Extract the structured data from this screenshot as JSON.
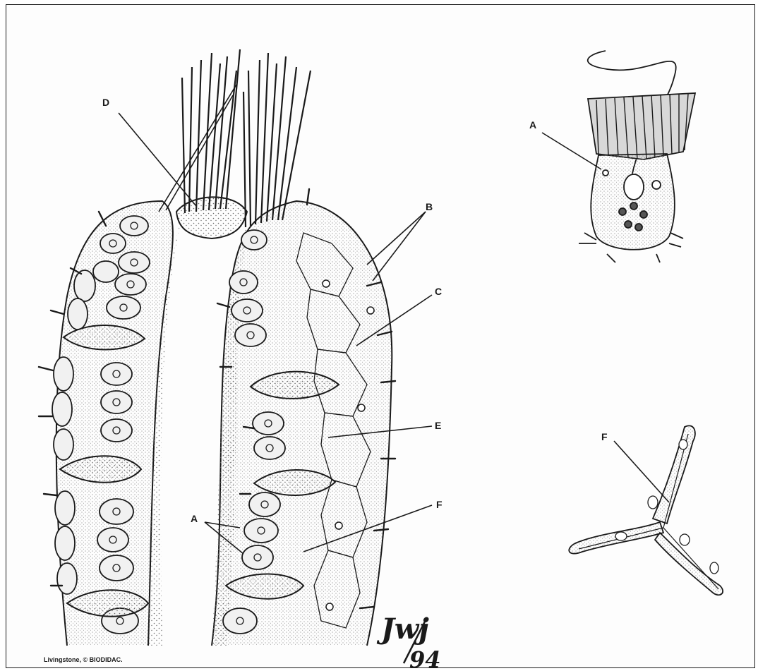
{
  "labels": {
    "A_main": "A",
    "B": "B",
    "C": "C",
    "D": "D",
    "E": "E",
    "F_main": "F",
    "A_inset": "A",
    "F_inset": "F"
  },
  "credit": "Livingstone, © BIODIDAC.",
  "signature": {
    "initials": "Jwj",
    "year": "94"
  },
  "colors": {
    "ink": "#1a1a1a",
    "cell_fill": "#f1f1f1",
    "stipple": "#6d6d6d",
    "background": "#fdfdfd"
  }
}
